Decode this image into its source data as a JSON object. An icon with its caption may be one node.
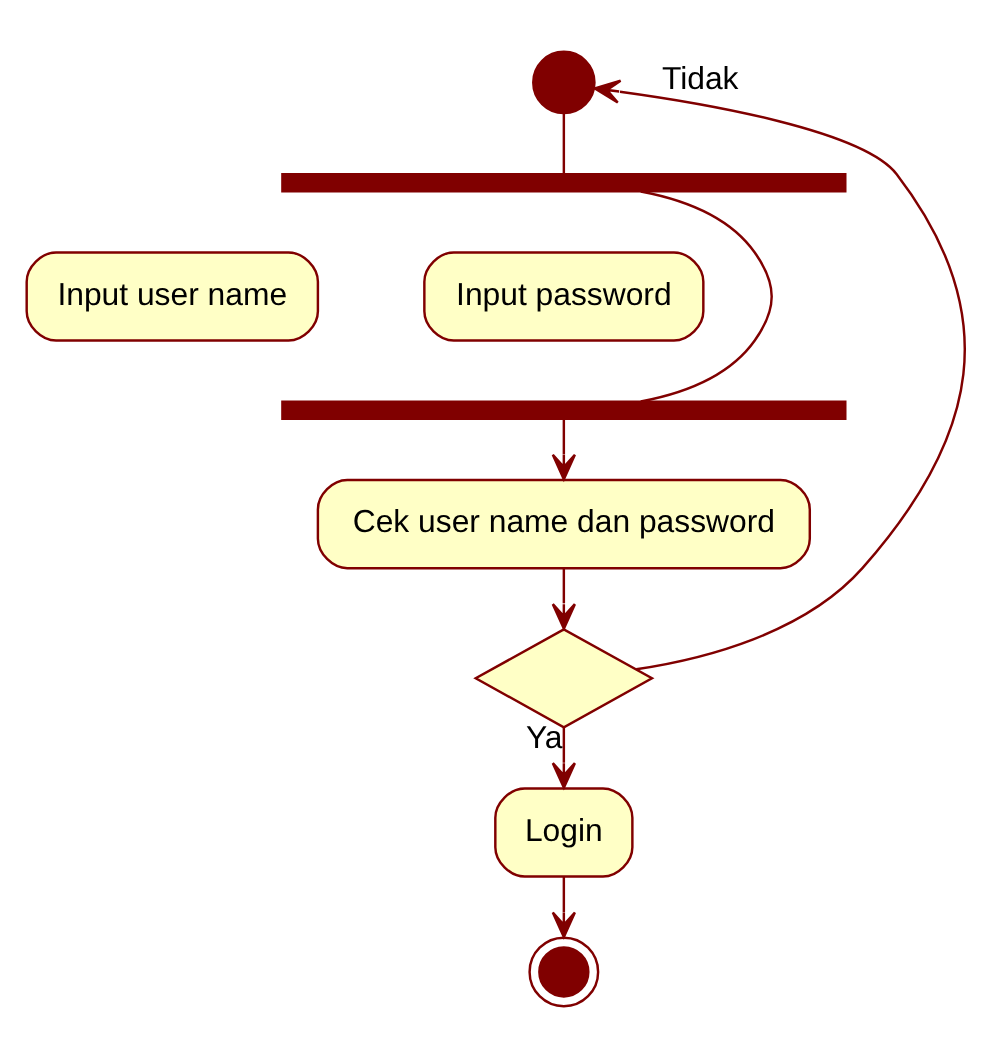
{
  "diagram": {
    "nodes": [
      {
        "text": [],
        "shape": "circle"
      },
      {
        "text": [],
        "shape": "bar"
      },
      {
        "text": [
          "Input user name"
        ]
      },
      {
        "text": [
          "Input password"
        ]
      },
      {
        "text": [],
        "shape": "bar"
      },
      {
        "text": [
          "Cek user name dan password"
        ]
      },
      {
        "text": [],
        "shape": "diamond"
      },
      {
        "text": [
          "Login"
        ]
      },
      {
        "text": [],
        "shape": "circle"
      }
    ],
    "edges": [
      {
        "from": 0,
        "to": 1,
        "arrow": "none"
      },
      {
        "from": 1,
        "to": 4,
        "arrow": "none"
      },
      {
        "from": 4,
        "to": 5,
        "arrow": "to"
      },
      {
        "from": 5,
        "to": 6,
        "arrow": "to"
      },
      {
        "from": 6,
        "to": 7,
        "arrow": "to",
        "label": "Ya"
      },
      {
        "from": 6,
        "to": 0,
        "arrow": "to",
        "label": "Tidak"
      },
      {
        "from": 7,
        "to": 8,
        "arrow": "to"
      }
    ]
  }
}
